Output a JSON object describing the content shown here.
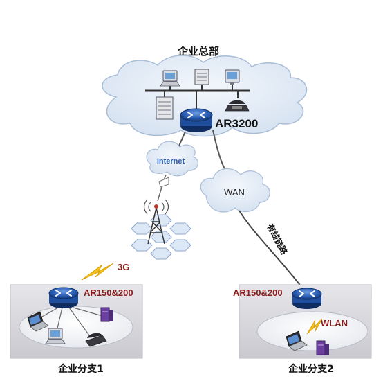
{
  "headquarters": {
    "title": "企业总部",
    "router_label": "AR3200"
  },
  "clouds": {
    "internet": "Internet",
    "wan": "WAN"
  },
  "links": {
    "wired": "有线链路",
    "wireless_3g": "3G",
    "wlan": "WLAN"
  },
  "branch1": {
    "title": "企业分支1",
    "router_label": "AR150&200"
  },
  "branch2": {
    "title": "企业分支2",
    "router_label": "AR150&200"
  },
  "colors": {
    "cloud_fill": "#dfe9f5",
    "cloud_stroke": "#a9bdd6",
    "router_blue": "#1f4f9c",
    "label_red": "#8b1a1a",
    "lightning_yellow": "#f3c21a"
  }
}
